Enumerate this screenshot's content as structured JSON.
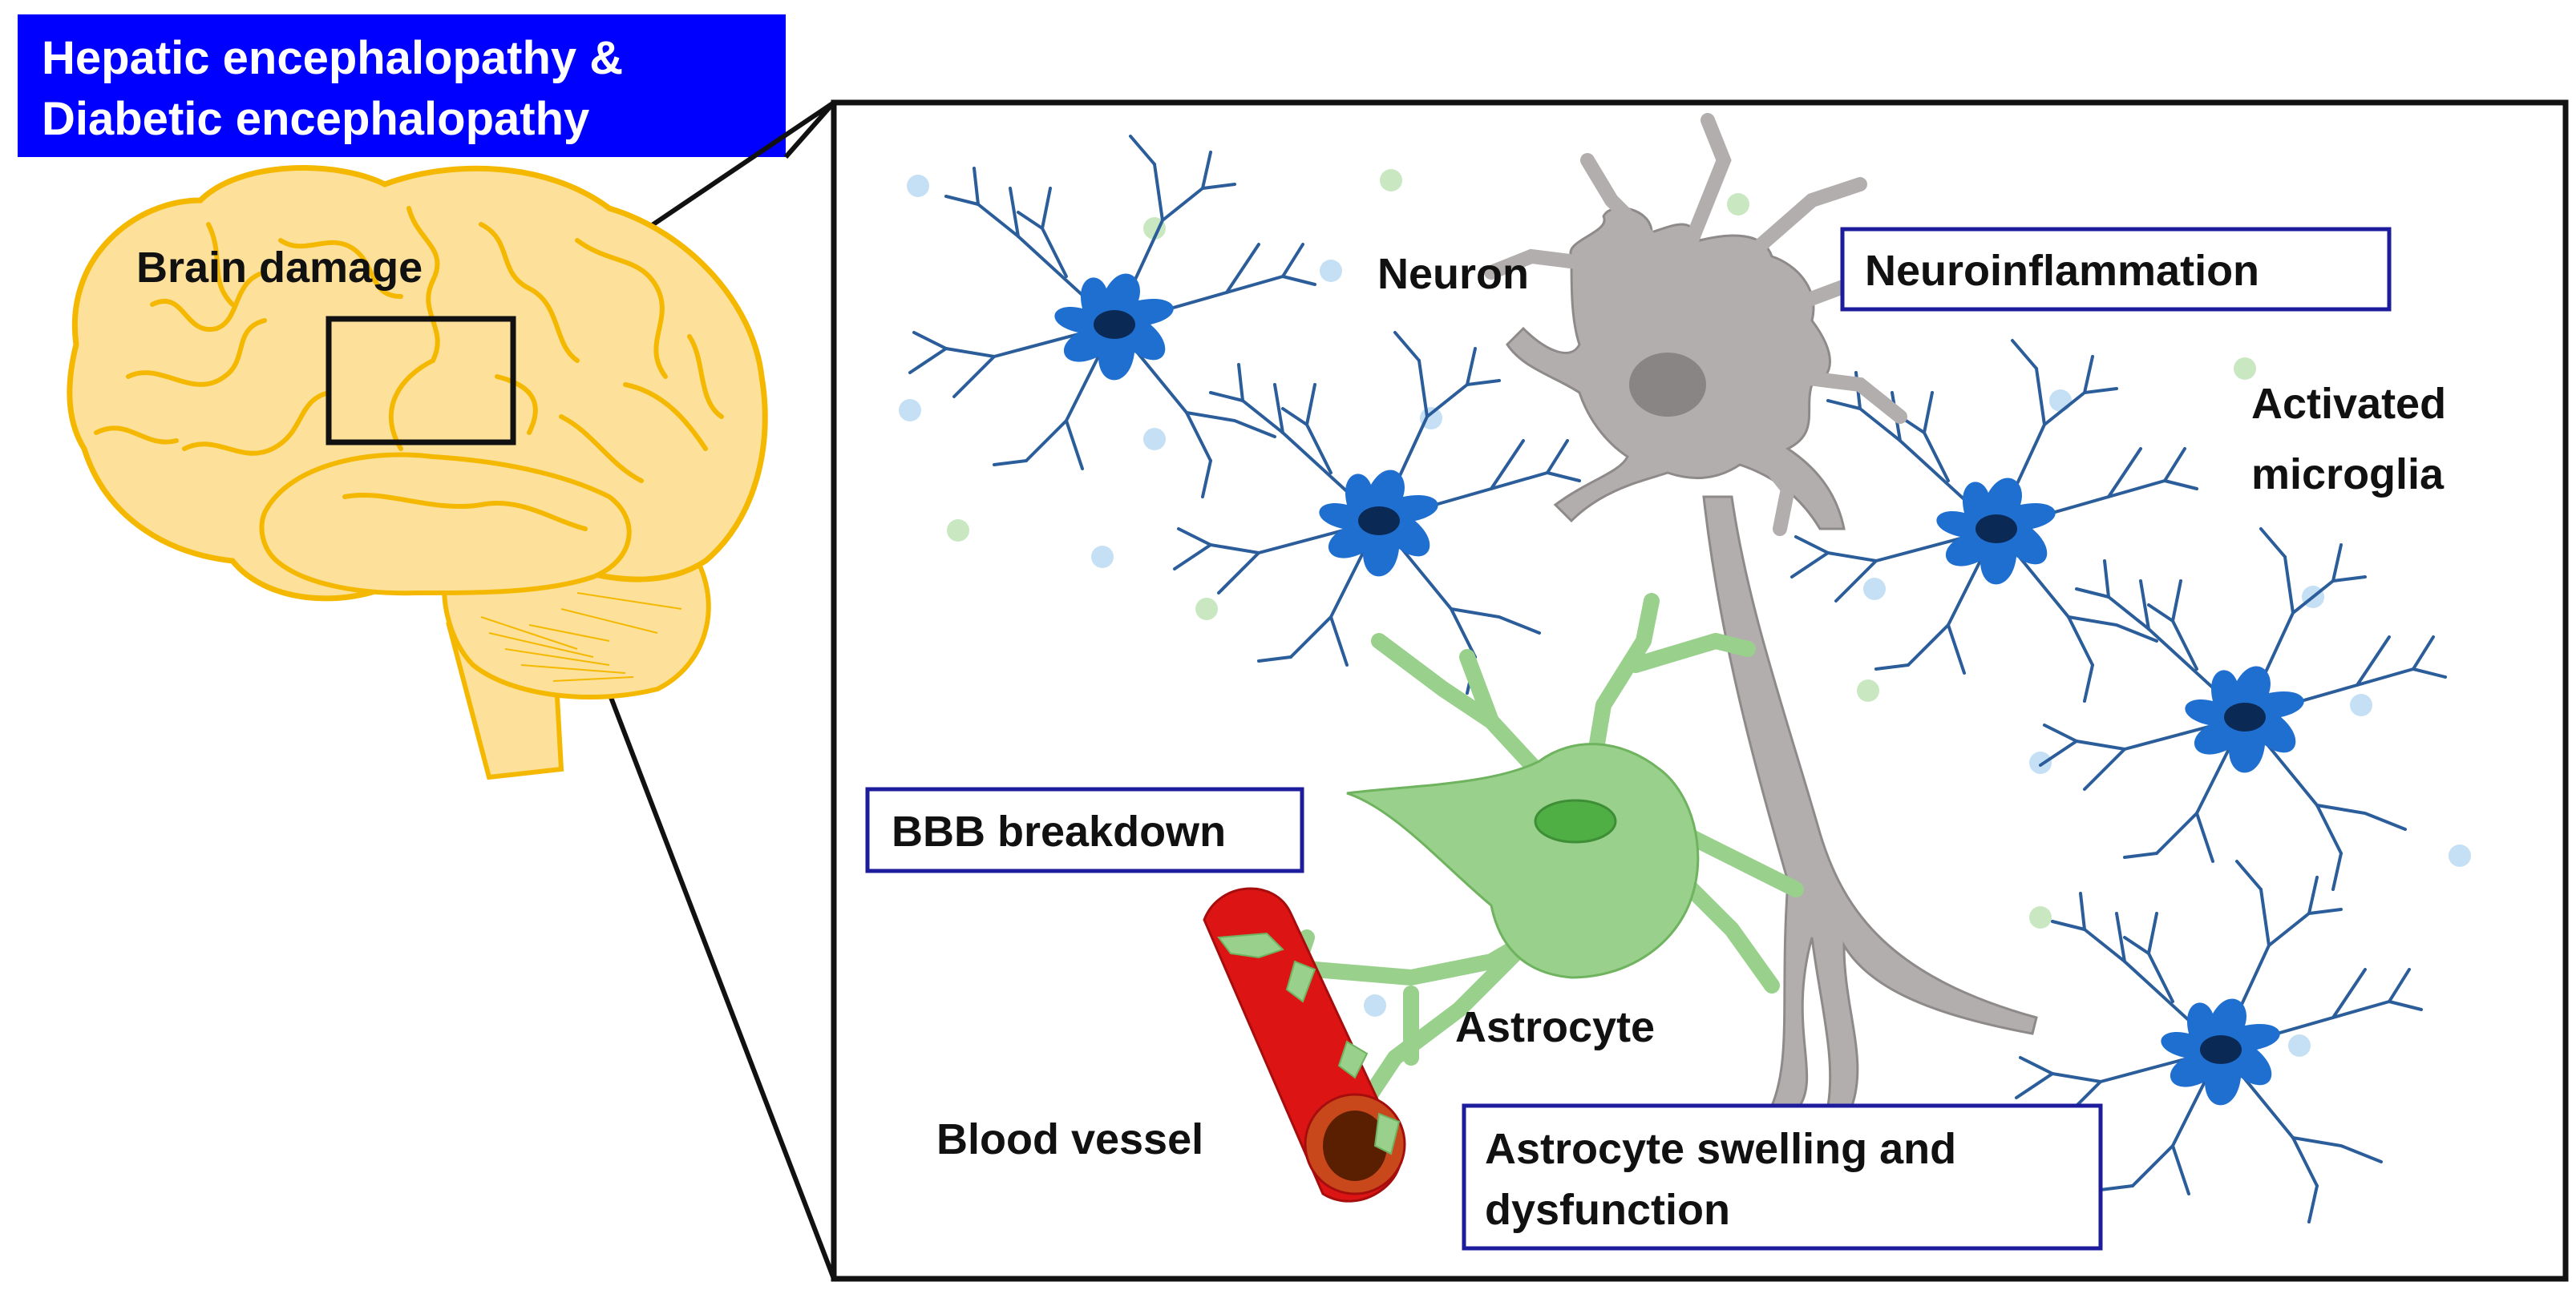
{
  "title": {
    "line1": "Hepatic encephalopathy &",
    "line2": "Diabetic encephalopathy",
    "background_color": "#0000ff",
    "text_color": "#ffffff"
  },
  "brain": {
    "label": "Brain damage",
    "fill_color": "#fde19a",
    "outline_color": "#f5b800"
  },
  "labels": {
    "neuron": "Neuron",
    "neuroinflammation": "Neuroinflammation",
    "activated_microglia_line1": "Activated",
    "activated_microglia_line2": "microglia",
    "bbb_breakdown": "BBB breakdown",
    "astrocyte": "Astrocyte",
    "blood_vessel": "Blood vessel",
    "astrocyte_swelling_line1": "Astrocyte swelling and",
    "astrocyte_swelling_line2": "dysfunction"
  },
  "colors": {
    "neuron_body": "#1f6fd1",
    "neuron_dendrite": "#2b5d9a",
    "neuron_nucleus": "#0a2a55",
    "microglia": "#b3aeae",
    "microglia_outline": "#8f8a8a",
    "astrocyte": "#98d08c",
    "astrocyte_outline": "#6fb35f",
    "vessel": "#dd1414",
    "vessel_lumen": "#5a1e00",
    "dot_blue": "#c5e0f4",
    "dot_green": "#c9e8c2",
    "callout_border": "#1c1c9c"
  }
}
